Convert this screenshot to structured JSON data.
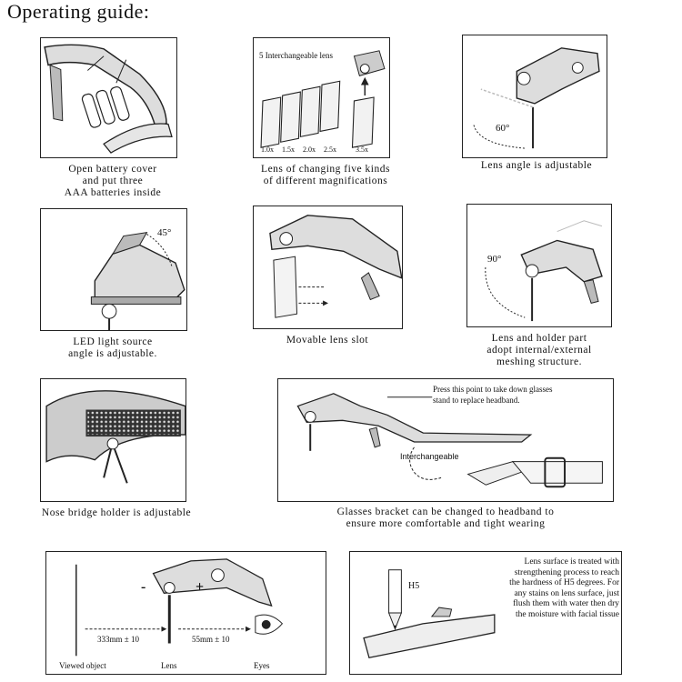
{
  "title": "Operating guide:",
  "panels": {
    "battery": {
      "caption": "Open battery cover\nand put three\nAAA batteries inside"
    },
    "lens": {
      "label": "5 Interchangeable lens",
      "magnifications": [
        "1.0x",
        "1.5x",
        "2.0x",
        "2.5x",
        "3.5x"
      ],
      "caption": "Lens of changing five kinds\nof different magnifications"
    },
    "lens_angle": {
      "angle": "60°",
      "caption": "Lens angle is adjustable"
    },
    "led": {
      "angle": "45°",
      "caption": "LED light source\nangle is adjustable."
    },
    "slot": {
      "caption": "Movable lens slot"
    },
    "meshing": {
      "angle": "90°",
      "caption": "Lens and holder part\nadopt internal/external\nmeshing structure."
    },
    "nose": {
      "caption": "Nose bridge holder is adjustable"
    },
    "headband": {
      "note": "Press this point to take down glasses\nstand to replace headband.",
      "interchangeable": "Interchangeable",
      "caption": "Glasses bracket can be changed to headband to\nensure more comfortable and tight wearing"
    },
    "distance": {
      "minus": "-",
      "plus": "+",
      "dist_object": "333mm ± 10",
      "dist_eyes": "55mm ± 10",
      "viewed_object": "Viewed object",
      "lens": "Lens",
      "eyes": "Eyes"
    },
    "surface": {
      "pencil": "H5",
      "note": "Lens surface is treated with\nstrengthening process to reach\nthe hardness of H5 degrees. For\nany stains on lens surface, just\nflush them with water then dry\nthe moisture with facial tissue"
    }
  }
}
